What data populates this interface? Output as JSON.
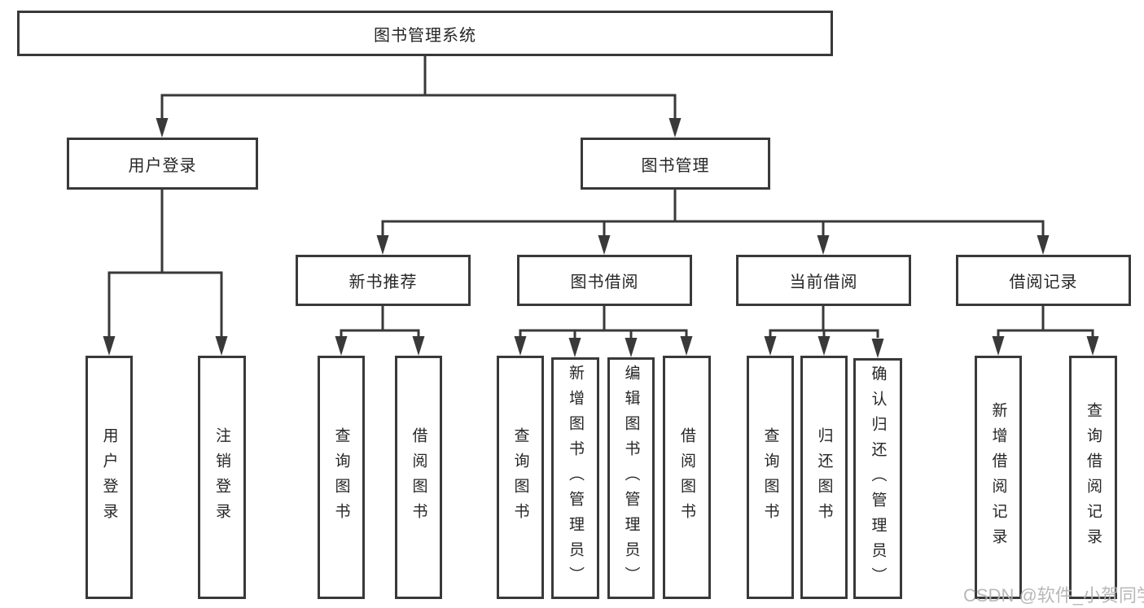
{
  "tree": {
    "label": "图书管理系统",
    "children": [
      {
        "label": "用户登录",
        "children": [
          {
            "label": "用户登录"
          },
          {
            "label": "注销登录"
          }
        ]
      },
      {
        "label": "图书管理",
        "children": [
          {
            "label": "新书推荐",
            "children": [
              {
                "label": "查询图书"
              },
              {
                "label": "借阅图书"
              }
            ]
          },
          {
            "label": "图书借阅",
            "children": [
              {
                "label": "查询图书"
              },
              {
                "label": "新增图书（管理员）"
              },
              {
                "label": "编辑图书（管理员）"
              },
              {
                "label": "借阅图书"
              }
            ]
          },
          {
            "label": "当前借阅",
            "children": [
              {
                "label": "查询图书"
              },
              {
                "label": "归还图书"
              },
              {
                "label": "确认归还（管理员）"
              }
            ]
          },
          {
            "label": "借阅记录",
            "children": [
              {
                "label": "新增借阅记录"
              },
              {
                "label": "查询借阅记录"
              }
            ]
          }
        ]
      }
    ]
  },
  "watermark": "CSDN @软件_小贺同学",
  "colors": {
    "line": "#393939",
    "box_border": "#393939",
    "box_fill": "#ffffff",
    "text": "#262626",
    "watermark": "#b3b3b3",
    "background": "#ffffff"
  }
}
